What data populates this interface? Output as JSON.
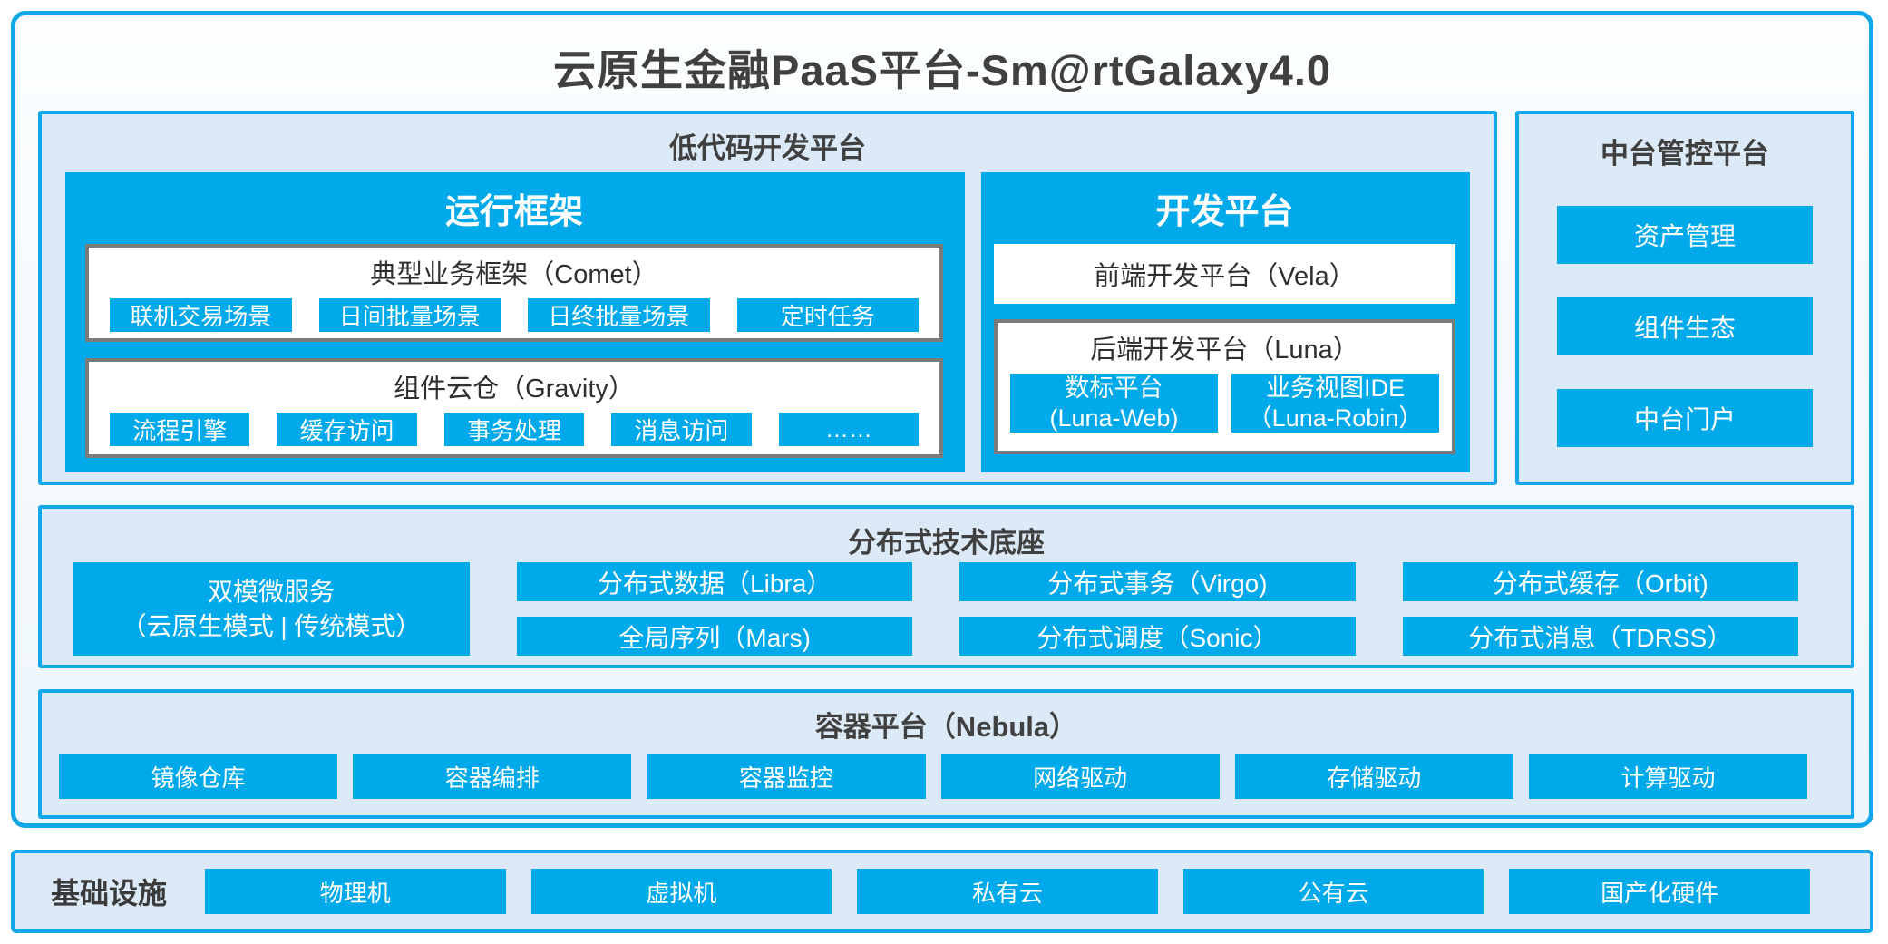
{
  "title": "云原生金融PaaS平台-Sm@rtGalaxy4.0",
  "colors": {
    "accent_blue": "#00a9e9",
    "border_blue": "#12a7e8",
    "section_bg": "#dce9f6",
    "white_box_border": "#7a7a7a",
    "dark_text": "#404040",
    "white_text": "#ffffff"
  },
  "lowcode": {
    "title": "低代码开发平台",
    "runtime": {
      "title": "运行框架",
      "groups": [
        {
          "title": "典型业务框架（Comet）",
          "items": [
            "联机交易场景",
            "日间批量场景",
            "日终批量场景",
            "定时任务"
          ]
        },
        {
          "title": "组件云仓（Gravity）",
          "items": [
            "流程引擎",
            "缓存访问",
            "事务处理",
            "消息访问",
            "……"
          ]
        }
      ]
    },
    "dev": {
      "title": "开发平台",
      "frontend": "前端开发平台（Vela）",
      "backend": {
        "title": "后端开发平台（Luna）",
        "items": [
          {
            "line1": "数标平台",
            "line2": "(Luna-Web)"
          },
          {
            "line1": "业务视图IDE",
            "line2": "（Luna-Robin）"
          }
        ]
      }
    }
  },
  "midplatform": {
    "title": "中台管控平台",
    "items": [
      "资产管理",
      "组件生态",
      "中台门户"
    ]
  },
  "distributed": {
    "title": "分布式技术底座",
    "dual": {
      "line1": "双模微服务",
      "line2": "（云原生模式 | 传统模式）"
    },
    "columns": [
      [
        "分布式数据（Libra）",
        "全局序列（Mars)"
      ],
      [
        "分布式事务（Virgo)",
        "分布式调度（Sonic）"
      ],
      [
        "分布式缓存（Orbit)",
        "分布式消息（TDRSS）"
      ]
    ]
  },
  "container_platform": {
    "title": "容器平台（Nebula）",
    "items": [
      "镜像仓库",
      "容器编排",
      "容器监控",
      "网络驱动",
      "存储驱动",
      "计算驱动"
    ]
  },
  "infrastructure": {
    "title": "基础设施",
    "items": [
      "物理机",
      "虚拟机",
      "私有云",
      "公有云",
      "国产化硬件"
    ]
  }
}
